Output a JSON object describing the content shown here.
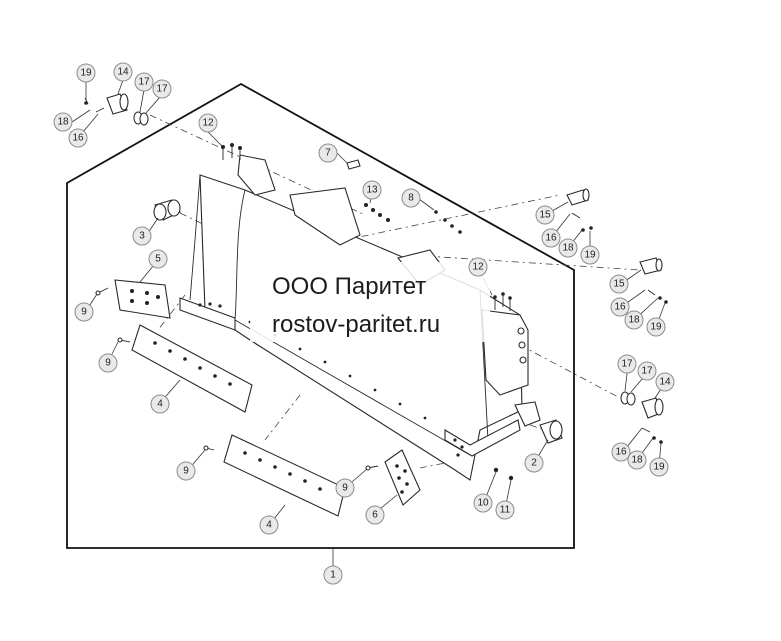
{
  "watermark": {
    "line1": "ООО Паритет",
    "line2": "rostov-paritet.ru"
  },
  "callouts": [
    {
      "id": "c19a",
      "label": "19"
    },
    {
      "id": "c14a",
      "label": "14"
    },
    {
      "id": "c17a",
      "label": "17"
    },
    {
      "id": "c17b",
      "label": "17"
    },
    {
      "id": "c18a",
      "label": "18"
    },
    {
      "id": "c16a",
      "label": "16"
    },
    {
      "id": "c12a",
      "label": "12"
    },
    {
      "id": "c7",
      "label": "7"
    },
    {
      "id": "c13",
      "label": "13"
    },
    {
      "id": "c8",
      "label": "8"
    },
    {
      "id": "c15a",
      "label": "15"
    },
    {
      "id": "c16b",
      "label": "16"
    },
    {
      "id": "c18b",
      "label": "18"
    },
    {
      "id": "c19b",
      "label": "19"
    },
    {
      "id": "c3",
      "label": "3"
    },
    {
      "id": "c5",
      "label": "5"
    },
    {
      "id": "c9a",
      "label": "9"
    },
    {
      "id": "c12b",
      "label": "12"
    },
    {
      "id": "c15b",
      "label": "15"
    },
    {
      "id": "c16c",
      "label": "16"
    },
    {
      "id": "c18c",
      "label": "18"
    },
    {
      "id": "c19c",
      "label": "19"
    },
    {
      "id": "c9b",
      "label": "9"
    },
    {
      "id": "c17c",
      "label": "17"
    },
    {
      "id": "c17d",
      "label": "17"
    },
    {
      "id": "c14b",
      "label": "14"
    },
    {
      "id": "c4a",
      "label": "4"
    },
    {
      "id": "c16d",
      "label": "16"
    },
    {
      "id": "c18d",
      "label": "18"
    },
    {
      "id": "c19d",
      "label": "19"
    },
    {
      "id": "c2",
      "label": "2"
    },
    {
      "id": "c9c",
      "label": "9"
    },
    {
      "id": "c9d",
      "label": "9"
    },
    {
      "id": "c10",
      "label": "10"
    },
    {
      "id": "c11",
      "label": "11"
    },
    {
      "id": "c6",
      "label": "6"
    },
    {
      "id": "c4b",
      "label": "4"
    },
    {
      "id": "c1",
      "label": "1"
    }
  ]
}
